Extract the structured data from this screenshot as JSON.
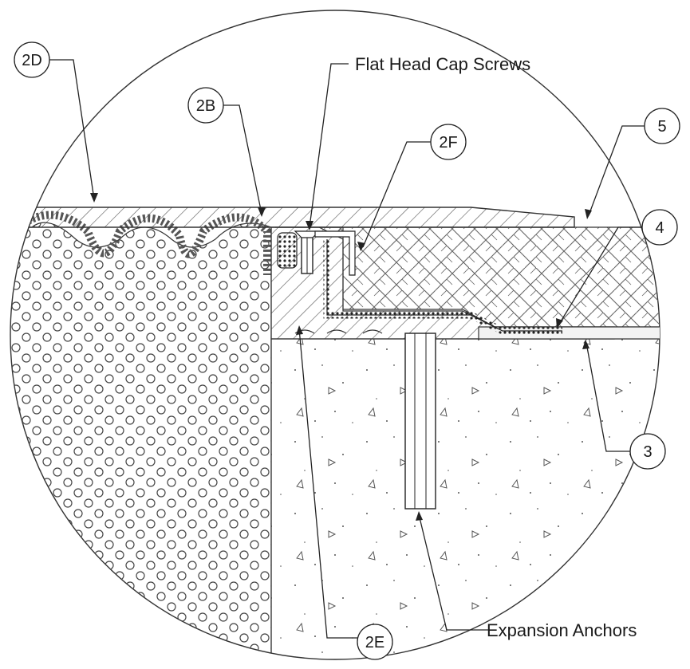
{
  "callouts": {
    "c2d": "2D",
    "c2b": "2B",
    "c2f": "2F",
    "c5": "5",
    "c4": "4",
    "c3": "3",
    "c2e": "2E"
  },
  "labels": {
    "screws": "Flat Head Cap Screws",
    "anchors": "Expansion Anchors"
  }
}
